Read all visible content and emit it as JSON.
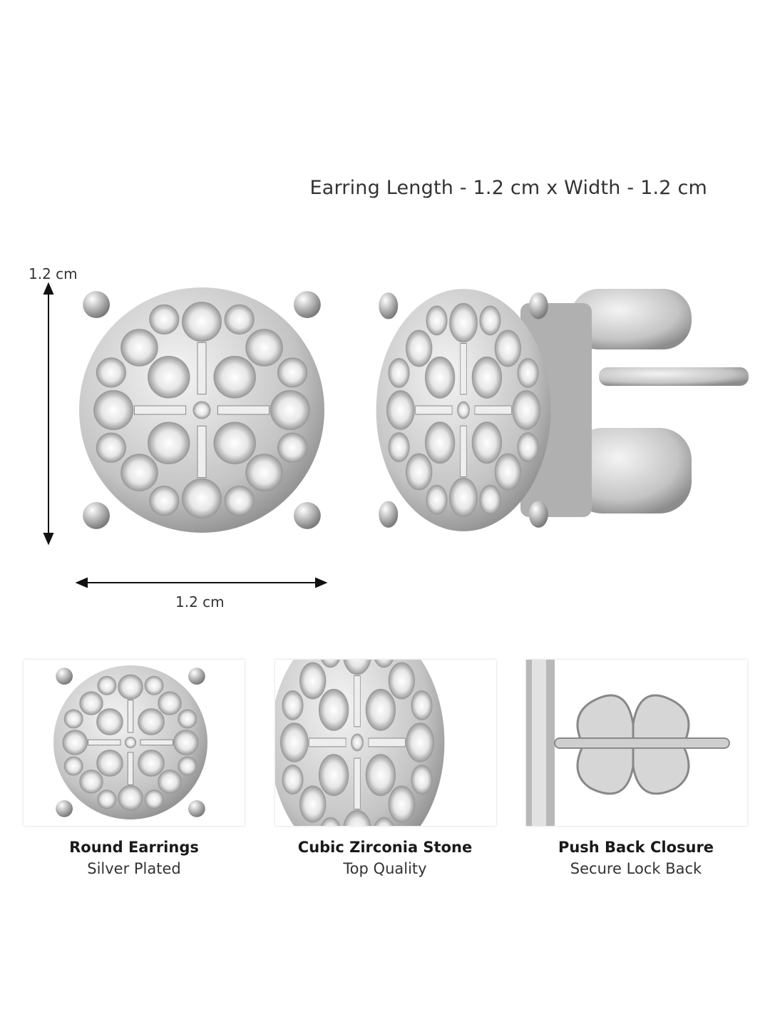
{
  "headline": "Earring Length - 1.2 cm x Width - 1.2 cm",
  "dimensions": {
    "vertical_label": "1.2 cm",
    "horizontal_label": "1.2 cm"
  },
  "features": [
    {
      "title": "Round Earrings",
      "subtitle": "Silver Plated"
    },
    {
      "title": "Cubic Zirconia Stone",
      "subtitle": "Top Quality"
    },
    {
      "title": "Push Back Closure",
      "subtitle": "Secure Lock Back"
    }
  ],
  "colors": {
    "metal": "#c8c8c8",
    "metal_dark": "#8a8a8a",
    "stone": "#f2f2f2",
    "text": "#222222"
  }
}
